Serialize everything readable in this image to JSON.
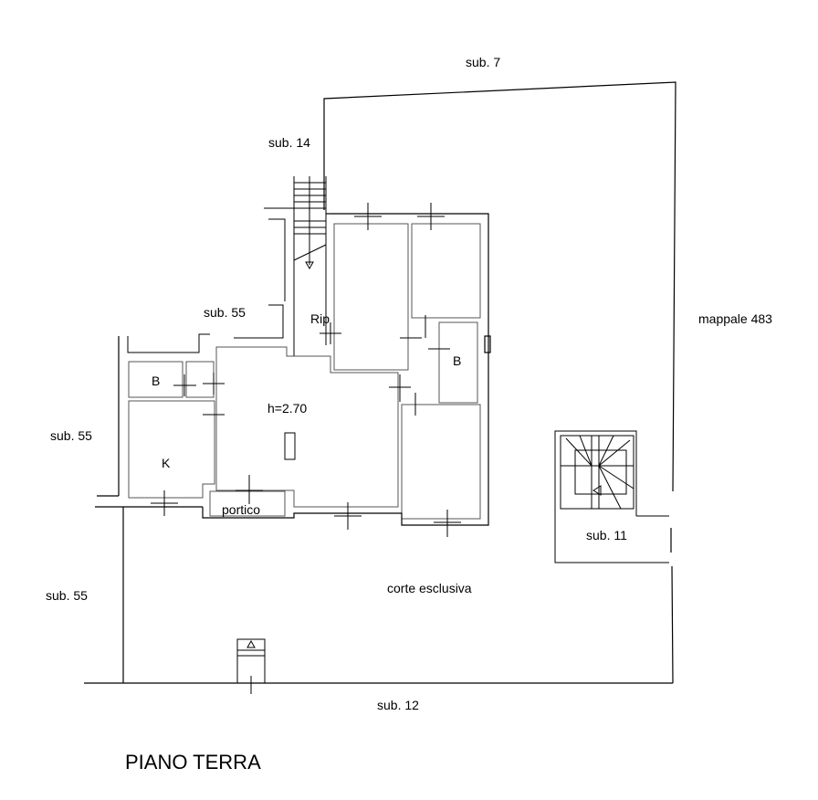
{
  "labels": {
    "sub7": "sub. 7",
    "sub14": "sub. 14",
    "sub55_top": "sub. 55",
    "sub55_left": "sub. 55",
    "sub55_bottom": "sub. 55",
    "mappale": "mappale 483",
    "rip": "Rip",
    "bath_left": "B",
    "bath_right": "B",
    "kitchen": "K",
    "height": "h=2.70",
    "portico": "portico",
    "sub11": "sub. 11",
    "corte": "corte esclusiva",
    "sub12": "sub. 12"
  },
  "title": "PIANO TERRA",
  "colors": {
    "line": "#000000",
    "wall": "#555555"
  }
}
